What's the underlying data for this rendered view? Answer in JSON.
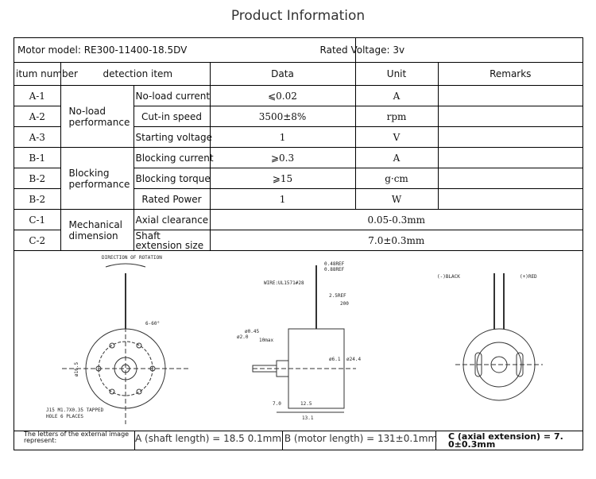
{
  "page_title": "Product Information",
  "motor_model": "Motor model: RE300-11400-18.5DV",
  "rated_voltage": "Rated Voltage: 3v",
  "headers": {
    "itum_number": "itum number",
    "detection_item": "detection item",
    "data": "Data",
    "unit": "Unit",
    "remarks": "Remarks"
  },
  "groups": {
    "no_load": "No-load performance",
    "blocking": "Blocking performance",
    "mechanical": "Mechanical dimension"
  },
  "rows": [
    {
      "id": "A-1",
      "item": "No-load current",
      "data": "⩽0.02",
      "unit": "A",
      "remarks": ""
    },
    {
      "id": "A-2",
      "item": "Cut-in speed",
      "data": "3500±8%",
      "unit": "rpm",
      "remarks": ""
    },
    {
      "id": "A-3",
      "item": "Starting voltage",
      "data": "1",
      "unit": "V",
      "remarks": ""
    },
    {
      "id": "B-1",
      "item": "Blocking current",
      "data": "⩾0.3",
      "unit": "A",
      "remarks": ""
    },
    {
      "id": "B-2",
      "item": "Blocking torque",
      "data": "⩾15",
      "unit": "g·cm",
      "remarks": ""
    },
    {
      "id": "B-2",
      "item": "Rated Power",
      "data": "1",
      "unit": "W",
      "remarks": ""
    },
    {
      "id": "C-1",
      "item": "Axial clearance",
      "data": "0.05-0.3mm",
      "unit": "",
      "remarks": ""
    },
    {
      "id": "C-2",
      "item": "Shaft extension size",
      "data": "7.0±0.3mm",
      "unit": "",
      "remarks": ""
    }
  ],
  "drawing_labels": {
    "direction": "DIRECTION OF ROTATION",
    "angle": "6-60°",
    "dia_left": "ø16.5",
    "hole_note_1": "J15 M1.7X0.35 TAPPED",
    "hole_note_2": "HOLE 6 PLACES",
    "wire": "WIRE:UL1571#28",
    "dim_048": "0.48REF",
    "dim_088": "0.88REF",
    "dim_25": "2.5REF",
    "dim_200": "200",
    "dim_10": "10max",
    "dim_20": "ø2.0",
    "dim_shaft": "ø0.45",
    "dim_244": "ø24.4",
    "dim_61": "ø6.1",
    "dim_7": "7.0",
    "dim_125": "12.5",
    "dim_131": "13.1",
    "black": "(-)BLACK",
    "red": "(+)RED"
  },
  "footer": {
    "note": "The letters of the external image represent:",
    "a_b": "A (shaft length) = 18.5 0.1mm B (motor length) = 13.",
    "tol": "1±0.1mm",
    "c": "C (axial extension) = 7. 0±0.3mm"
  }
}
